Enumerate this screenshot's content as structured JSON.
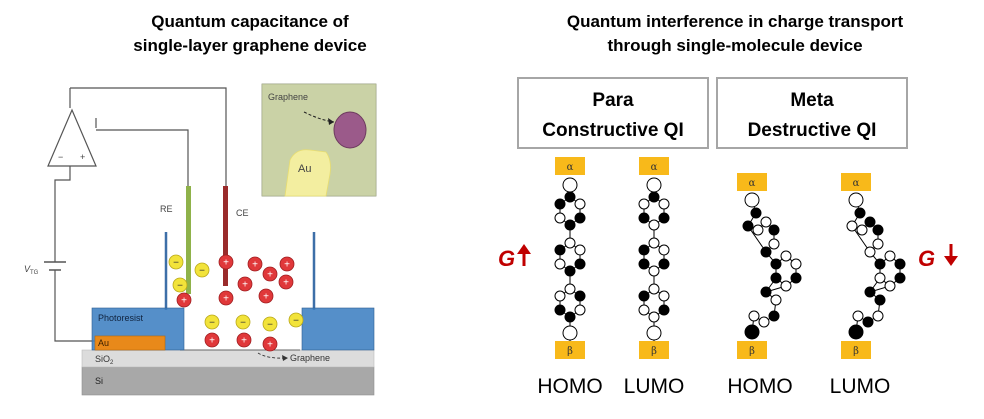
{
  "left_panel": {
    "title_line1": "Quantum capacitance of",
    "title_line2": "single-layer graphene device",
    "labels": {
      "re": "RE",
      "ce": "CE",
      "vtg": "V",
      "vtg_sub": "TG",
      "inset_graphene": "Graphene",
      "inset_au": "Au",
      "photoresist": "Photoresist",
      "au": "Au",
      "sio2": "SiO",
      "sio2_sub": "2",
      "si": "Si",
      "graphene": "Graphene",
      "opamp_minus": "−",
      "opamp_plus": "+"
    },
    "ion_symbols": {
      "negative": "−",
      "positive": "+"
    },
    "colors": {
      "negative_ion": "#f2e33a",
      "positive_ion": "#e0383a",
      "photoresist": "#3d7fc2",
      "au": "#e8891a",
      "re_electrode": "#8fb24a",
      "ce_electrode": "#9a2b2b"
    }
  },
  "right_panel": {
    "title_line1": "Quantum interference in charge transport",
    "title_line2": "through single-molecule device",
    "para_box": {
      "line1": "Para",
      "line2": "Constructive QI"
    },
    "meta_box": {
      "line1": "Meta",
      "line2": "Destructive QI"
    },
    "alpha": "α",
    "beta": "β",
    "orbital_labels": [
      "HOMO",
      "LUMO",
      "HOMO",
      "LUMO"
    ],
    "g_left": "G",
    "g_right": "G",
    "colors": {
      "electrode": "#f8b91a",
      "arrow": "#c00000"
    }
  }
}
